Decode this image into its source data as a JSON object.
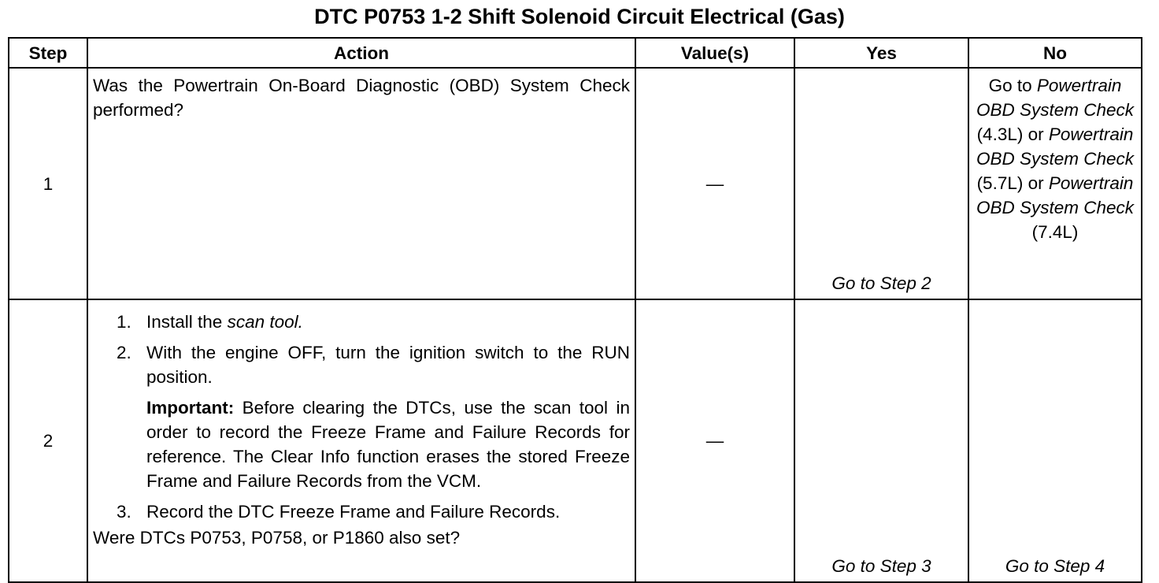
{
  "title": "DTC P0753 1-2 Shift Solenoid Circuit Electrical (Gas)",
  "columns": [
    "Step",
    "Action",
    "Value(s)",
    "Yes",
    "No"
  ],
  "row1": {
    "step": "1",
    "action": "Was the Powertrain On-Board Diagnostic (OBD) System Check performed?",
    "value": "—",
    "yes": "Go to Step 2",
    "no": {
      "prefix": "Go to",
      "link1": "Powertrain OBD System Check",
      "suffix1": "(4.3L) or",
      "link2": "Powertrain OBD System Check",
      "suffix2": "(5.7L) or",
      "link3": "Powertrain OBD System Check",
      "suffix3": "(7.4L)"
    }
  },
  "row2": {
    "step": "2",
    "item1_num": "1.",
    "item1_text": "Install the",
    "item1_italic": "scan tool.",
    "item2_num": "2.",
    "item2_text": "With the engine OFF, turn the ignition switch to the RUN position.",
    "important_label": "Important:",
    "important_text": "Before clearing the DTCs, use the scan tool in order to record the Freeze Frame and Failure Records for reference. The Clear Info function erases the stored Freeze Frame and Failure Records from the VCM.",
    "item3_num": "3.",
    "item3_text": "Record the DTC Freeze Frame and Failure Records.",
    "question": "Were DTCs P0753, P0758, or P1860 also set?",
    "value": "—",
    "yes": "Go to Step 3",
    "no": "Go to Step 4"
  }
}
